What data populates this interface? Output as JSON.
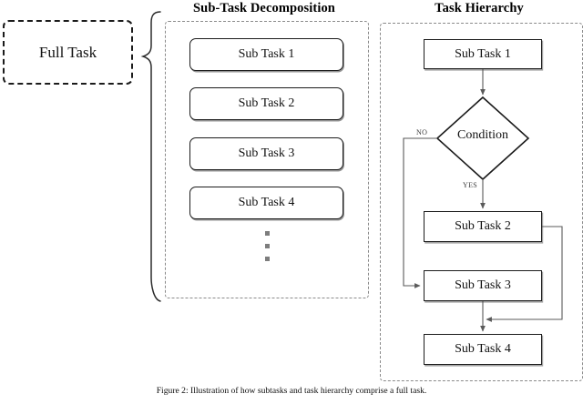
{
  "figure": {
    "caption": "Figure 2: Illustration of how subtasks and task hierarchy comprise a full task.",
    "panels": {
      "decomposition_title": "Sub-Task Decomposition",
      "hierarchy_title": "Task Hierarchy"
    }
  },
  "full_task": {
    "label": "Full Task"
  },
  "decomposition": {
    "tasks": [
      {
        "label": "Sub Task 1"
      },
      {
        "label": "Sub Task 2"
      },
      {
        "label": "Sub Task 3"
      },
      {
        "label": "Sub Task 4"
      }
    ],
    "continuation": "vertical-ellipsis"
  },
  "hierarchy": {
    "nodes": [
      {
        "label": "Sub Task 1",
        "shape": "rectangle"
      },
      {
        "label": "Condition",
        "shape": "diamond"
      },
      {
        "label": "Sub Task 2",
        "shape": "rectangle"
      },
      {
        "label": "Sub Task 3",
        "shape": "rectangle"
      },
      {
        "label": "Sub Task 4",
        "shape": "rectangle"
      }
    ],
    "branch_labels": {
      "no": "NO",
      "yes": "YES"
    }
  },
  "colors": {
    "stroke": "#1b1b1b",
    "dashed_container": "#8a8a8a",
    "connector": "#4a4a4a",
    "dot": "#7d7d7d",
    "background": "#ffffff"
  }
}
